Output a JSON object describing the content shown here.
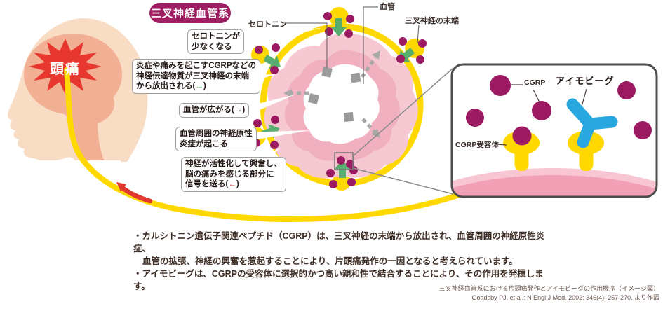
{
  "title_badge": "三叉神経血管系",
  "head": {
    "pain_label": "頭痛"
  },
  "callouts": [
    {
      "lines": [
        "セロトニンが",
        "少なくなる"
      ]
    },
    {
      "lines": [
        "炎症や痛みを起こすCGRPなどの",
        "神経伝達物質が三叉神経の末端"
      ],
      "last_pre": "から放出される(",
      "arrow": "→",
      "last_post": ")"
    },
    {
      "pre": "血管が広がる(",
      "arrow": "→",
      "post": ")"
    },
    {
      "lines": [
        "血管周囲の神経原性",
        "炎症が起こる"
      ]
    },
    {
      "lines": [
        "神経が活性化して興奮し、",
        "脳の痛みを感じる部分に"
      ],
      "last_pre": "信号を送る(",
      "arrow": "←",
      "last_post": ")"
    }
  ],
  "diagram_labels": {
    "serotonin": "セロトニン",
    "blood_vessel": "血管",
    "nerve_ending": "三叉神経の末端"
  },
  "inset": {
    "cgrp": "CGRP",
    "drug": "アイモビーグ",
    "receptor": "CGRP受容体"
  },
  "body_text": {
    "lines": [
      "・カルシトニン遺伝子関連ペプチド（CGRP）は、三叉神経の末端から放出され、血管周囲の神経原性炎症、",
      "血管の拡張、神経の興奮を惹起することにより、片頭痛発作の一因となると考えられています。",
      "・アイモビーグは、CGRPの受容体に選択的かつ高い親和性で結合することにより、その作用を発揮します。"
    ]
  },
  "footnote": {
    "lines": [
      "三叉神経血管系における片頭痛発作とアイモビーグの作用機序（イメージ図）",
      "Goadsby PJ, et al.: N Engl J Med. 2002; 346(4): 257-270. より作図"
    ]
  },
  "colors": {
    "accent_magenta": "#9E2063",
    "nerve_yellow": "#FFD800",
    "cgrp_magenta": "#9C1A62",
    "drug_blue": "#29A8E0",
    "alert_red": "#E8372E",
    "vessel_pink": "#F6C9D2",
    "green_arrow": "#58AE6E"
  }
}
